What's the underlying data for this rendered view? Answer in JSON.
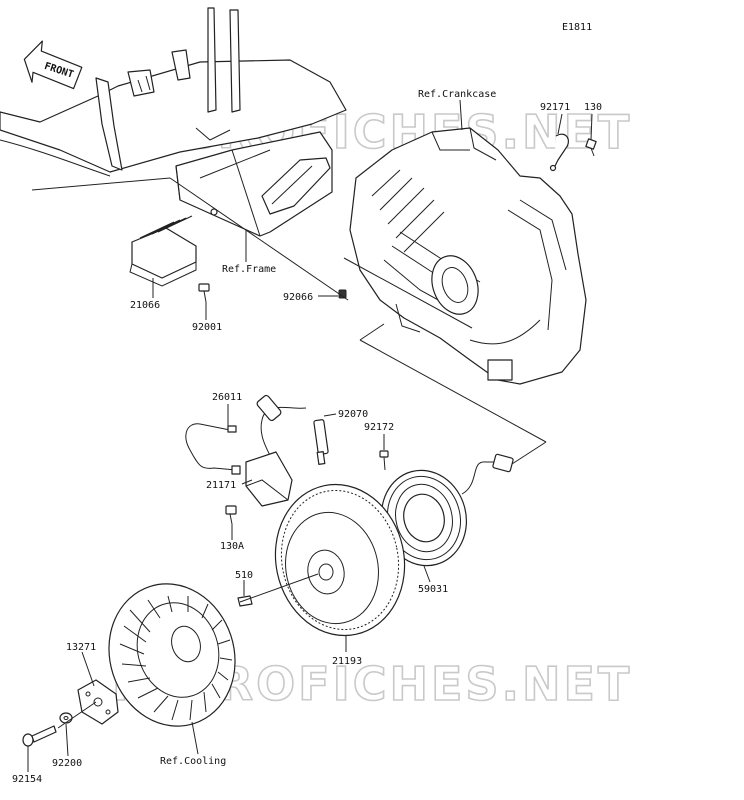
{
  "diagram": {
    "code": "E1811",
    "front_label": "FRONT",
    "watermark": "MICROFICHES.NET",
    "labels": {
      "ref_crankcase": "Ref.Crankcase",
      "ref_frame": "Ref.Frame",
      "ref_cooling": "Ref.Cooling",
      "p21066": "21066",
      "p92001": "92001",
      "p92066": "92066",
      "p92171": "92171",
      "p130": "130",
      "p26011": "26011",
      "p92070": "92070",
      "p92172": "92172",
      "p21171": "21171",
      "p130A": "130A",
      "p510": "510",
      "p59031": "59031",
      "p21193": "21193",
      "p13271": "13271",
      "p92200": "92200",
      "p92154": "92154"
    }
  }
}
